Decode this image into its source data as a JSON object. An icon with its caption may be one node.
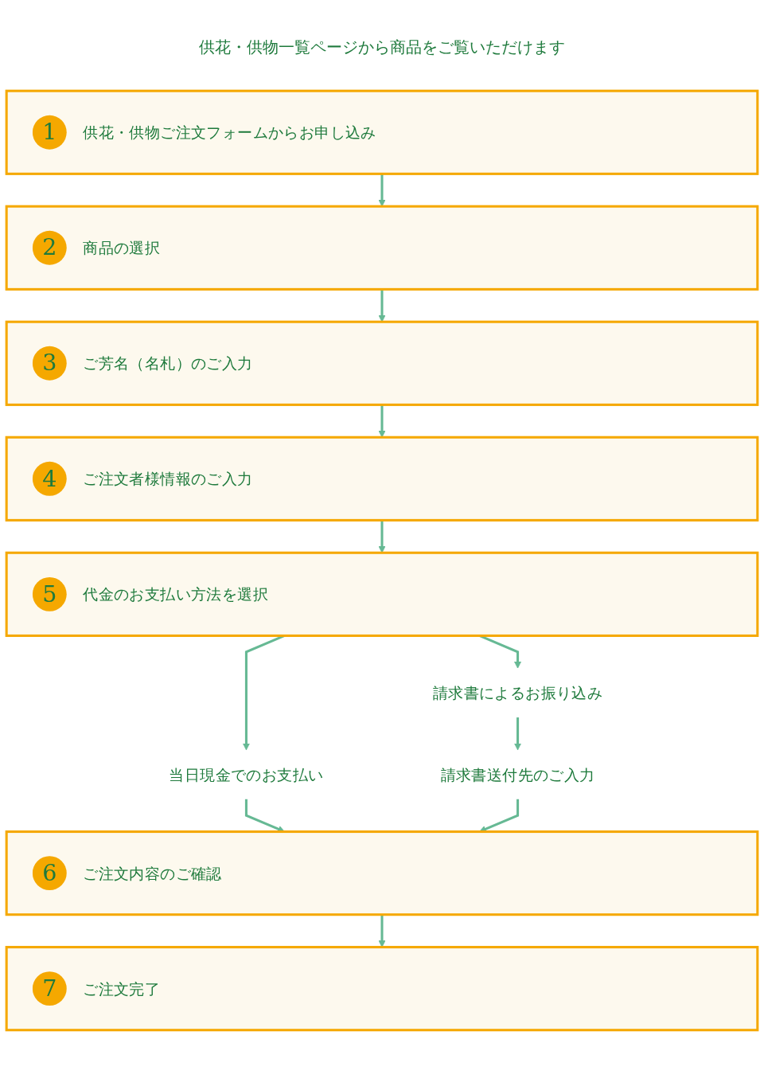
{
  "diagram": {
    "title": "供花・供物一覧ページから商品をご覧いただけます",
    "nodes": [
      {
        "text": [
          "1",
          "供花・供物ご注文フォームからお申し込み"
        ]
      },
      {
        "text": [
          "2",
          "商品の選択"
        ]
      },
      {
        "text": [
          "3",
          "ご芳名（名札）のご入力"
        ]
      },
      {
        "text": [
          "4",
          "ご注文者様情報のご入力"
        ]
      },
      {
        "text": [
          "5",
          "代金のお支払い方法を選択"
        ]
      },
      {
        "text": [
          "当日現金でのお支払い"
        ]
      },
      {
        "text": [
          "請求書によるお振り込み"
        ]
      },
      {
        "text": [
          "請求書送付先のご入力"
        ]
      },
      {
        "text": [
          "6",
          "ご注文内容のご確認"
        ]
      },
      {
        "text": [
          "7",
          "ご注文完了"
        ]
      }
    ],
    "edges": [
      {
        "from": 0,
        "to": 1,
        "arrow": "to"
      },
      {
        "from": 1,
        "to": 2,
        "arrow": "to"
      },
      {
        "from": 2,
        "to": 3,
        "arrow": "to"
      },
      {
        "from": 3,
        "to": 4,
        "arrow": "to"
      },
      {
        "from": 4,
        "to": 5,
        "arrow": "to"
      },
      {
        "from": 4,
        "to": 6,
        "arrow": "to"
      },
      {
        "from": 6,
        "to": 7,
        "arrow": "to"
      },
      {
        "from": 5,
        "to": 8,
        "arrow": "to"
      },
      {
        "from": 7,
        "to": 8,
        "arrow": "to"
      },
      {
        "from": 8,
        "to": 9,
        "arrow": "to"
      }
    ]
  }
}
